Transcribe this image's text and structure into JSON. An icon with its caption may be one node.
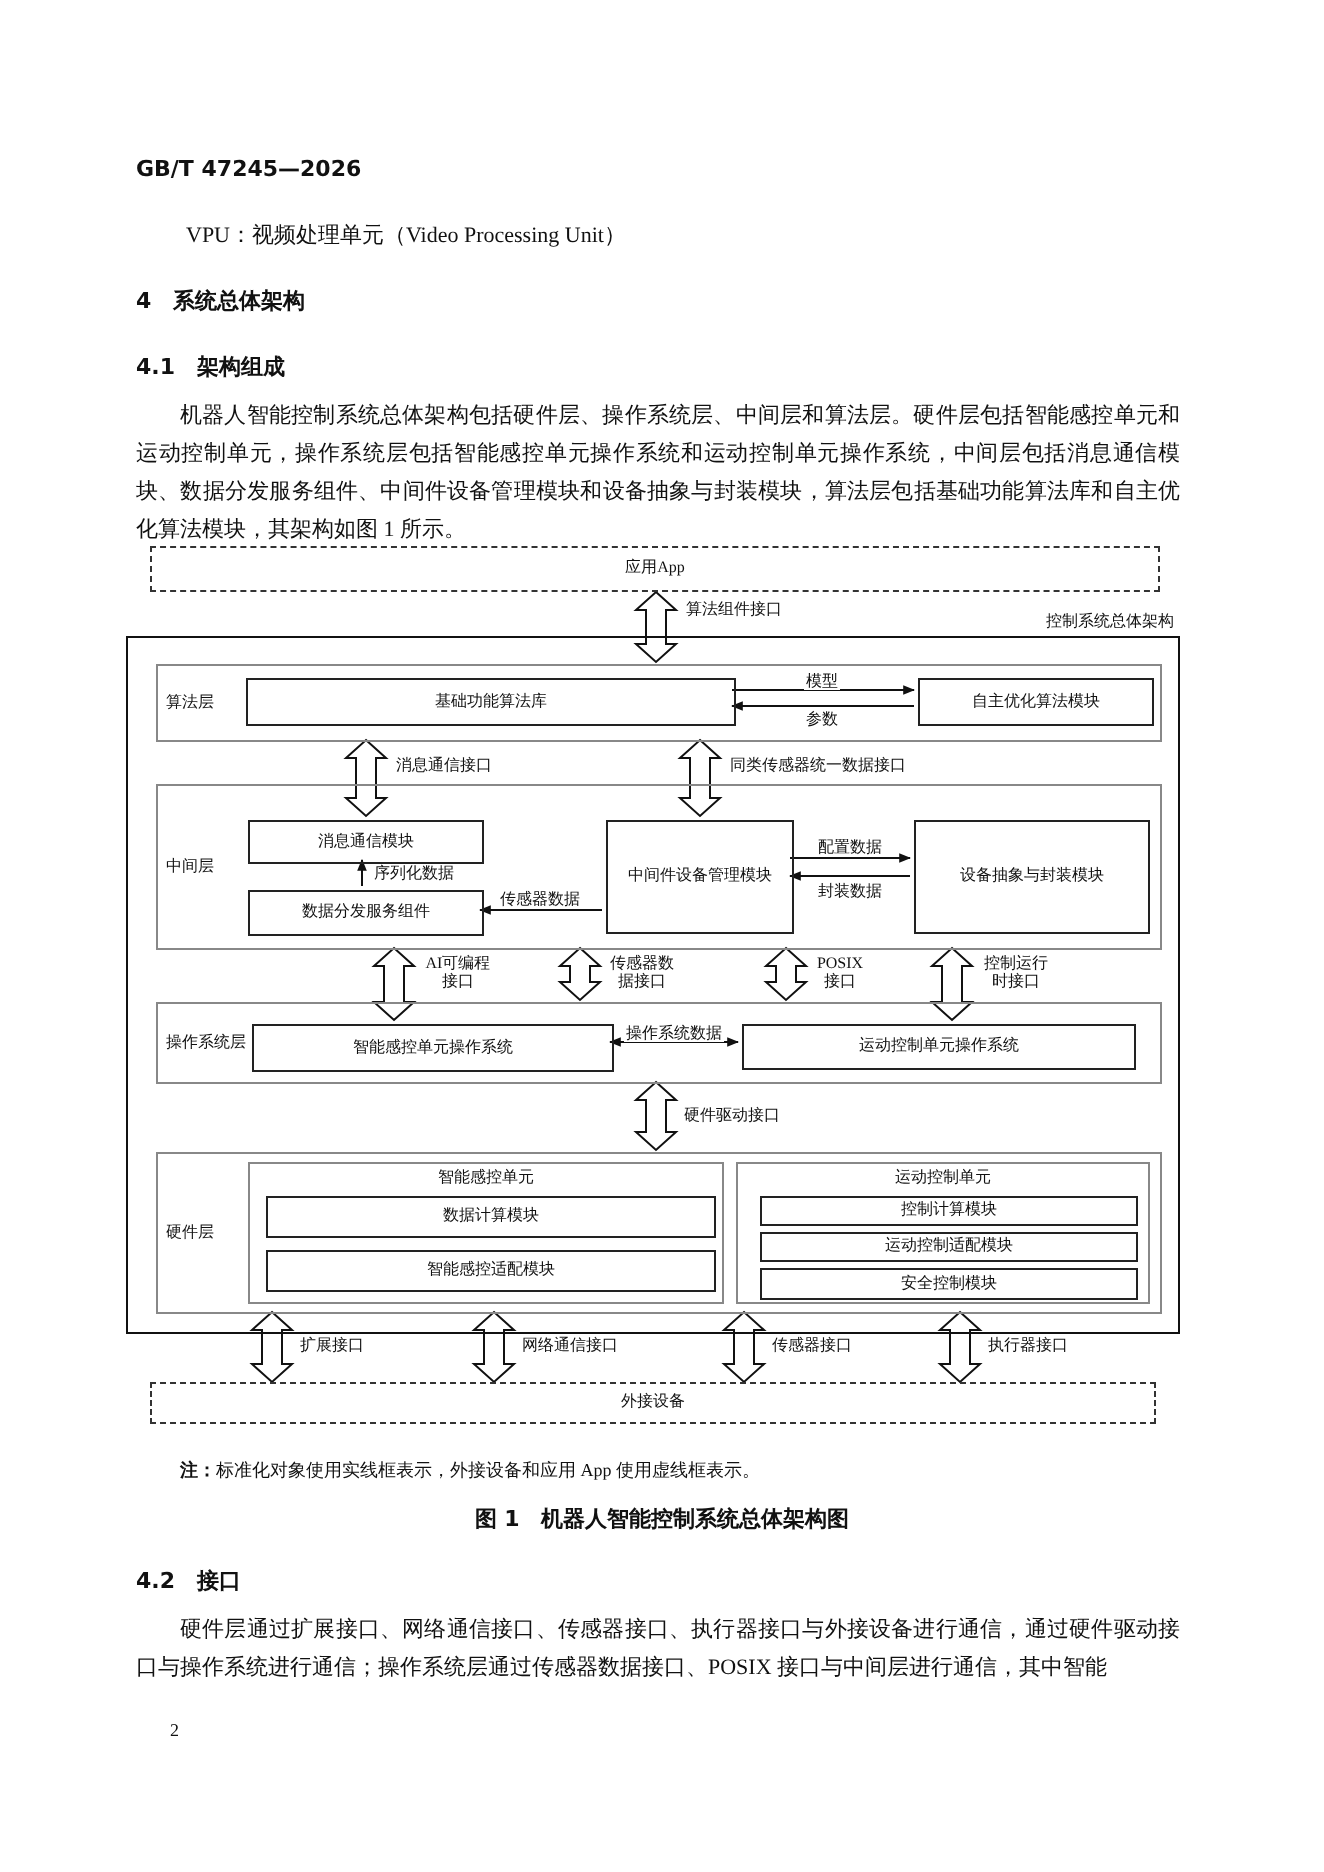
{
  "diagram": {
    "caption": "图 1　机器人智能控制系统总体架构图",
    "nodes": [
      {
        "text": [
          "应用App"
        ]
      },
      {
        "text": [
          "控制系统总体架构"
        ]
      },
      {
        "text": [
          "算法层"
        ],
        "in": 1
      },
      {
        "text": [
          "基础功能算法库"
        ],
        "in": 2
      },
      {
        "text": [
          "自主优化算法模块"
        ],
        "in": 2
      },
      {
        "text": [
          "中间层"
        ],
        "in": 1
      },
      {
        "text": [
          "消息通信模块"
        ],
        "in": 5
      },
      {
        "text": [
          "中间件设备管理模块"
        ],
        "in": 5
      },
      {
        "text": [
          "设备抽象与封装模块"
        ],
        "in": 5
      },
      {
        "text": [
          "数据分发服务组件"
        ],
        "in": 5
      },
      {
        "text": [
          "操作系统层"
        ],
        "in": 1
      },
      {
        "text": [
          "智能感控单元操作系统"
        ],
        "in": 10
      },
      {
        "text": [
          "运动控制单元操作系统"
        ],
        "in": 10
      },
      {
        "text": [
          "硬件层"
        ],
        "in": 1
      },
      {
        "text": [
          "智能感控单元"
        ],
        "in": 13
      },
      {
        "text": [
          "数据计算模块"
        ],
        "in": 14
      },
      {
        "text": [
          "智能感控适配模块"
        ],
        "in": 14
      },
      {
        "text": [
          "运动控制单元"
        ],
        "in": 13
      },
      {
        "text": [
          "控制计算模块"
        ],
        "in": 17
      },
      {
        "text": [
          "运动控制适配模块"
        ],
        "in": 17
      },
      {
        "text": [
          "安全控制模块"
        ],
        "in": 17
      },
      {
        "text": [
          "外接设备"
        ]
      }
    ],
    "edges": [
      {
        "from": 0,
        "to": 2,
        "arrow": "both",
        "label": "算法组件接口",
        "style": "thick"
      },
      {
        "from": 3,
        "to": 4,
        "arrow": "to",
        "label": "模型"
      },
      {
        "from": 4,
        "to": 3,
        "arrow": "to",
        "label": "参数"
      },
      {
        "from": 2,
        "to": 6,
        "arrow": "both",
        "label": "消息通信接口",
        "style": "thick"
      },
      {
        "from": 2,
        "to": 7,
        "arrow": "both",
        "label": "同类传感器统一数据接口",
        "style": "thick"
      },
      {
        "from": 7,
        "to": 8,
        "arrow": "to",
        "label": "配置数据"
      },
      {
        "from": 8,
        "to": 7,
        "arrow": "to",
        "label": "封装数据"
      },
      {
        "from": 7,
        "to": 9,
        "arrow": "to",
        "label": "传感器数据"
      },
      {
        "from": 9,
        "to": 6,
        "arrow": "to",
        "label": "序列化数据"
      },
      {
        "from": 5,
        "to": 11,
        "arrow": "both",
        "label": "AI可编程接口",
        "style": "thick"
      },
      {
        "from": 5,
        "to": 10,
        "arrow": "both",
        "label": "传感器数据接口",
        "style": "thick"
      },
      {
        "from": 5,
        "to": 10,
        "arrow": "both",
        "label": "POSIX 接口",
        "style": "thick"
      },
      {
        "from": 5,
        "to": 12,
        "arrow": "both",
        "label": "控制运行时接口",
        "style": "thick"
      },
      {
        "from": 11,
        "to": 12,
        "arrow": "both",
        "label": "操作系统数据"
      },
      {
        "from": 10,
        "to": 13,
        "arrow": "both",
        "label": "硬件驱动接口",
        "style": "thick"
      },
      {
        "from": 13,
        "to": 21,
        "arrow": "both",
        "label": "扩展接口",
        "style": "thick"
      },
      {
        "from": 13,
        "to": 21,
        "arrow": "both",
        "label": "网络通信接口",
        "style": "thick"
      },
      {
        "from": 13,
        "to": 21,
        "arrow": "both",
        "label": "传感器接口",
        "style": "thick"
      },
      {
        "from": 13,
        "to": 21,
        "arrow": "both",
        "label": "执行器接口",
        "style": "thick"
      }
    ],
    "labels": [
      "GB/T 47245—2026",
      "VPU：视频处理单元（Video Processing Unit）",
      "4　系统总体架构",
      "4.1　架构组成",
      "机器人智能控制系统总体架构包括硬件层、操作系统层、中间层和算法层。硬件层包括智能感控单元和运动控制单元，操作系统层包括智能感控单元操作系统和运动控制单元操作系统，中间层包括消息通信模块、数据分发服务组件、中间件设备管理模块和设备抽象与封装模块，算法层包括基础功能算法库和自主优化算法模块，其架构如图 1 所示。",
      "**注：**标准化对象使用实线框表示，外接设备和应用 App 使用虚线框表示。",
      "4.2　接口",
      "硬件层通过扩展接口、网络通信接口、传感器接口、执行器接口与外接设备进行通信，通过硬件驱动接口与操作系统进行通信；操作系统层通过传感器数据接口、POSIX 接口与中间层进行通信，其中智能",
      "2"
    ]
  }
}
